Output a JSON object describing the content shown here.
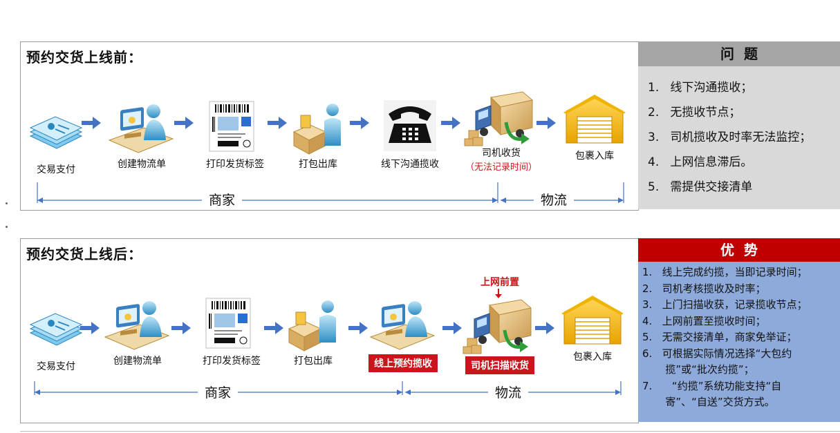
{
  "before": {
    "title": "预约交货上线前：",
    "steps": [
      {
        "label": "交易支付",
        "icon": "documents-icon"
      },
      {
        "label": "创建物流单",
        "icon": "computer-user-icon"
      },
      {
        "label": "打印发货标签",
        "icon": "shipping-label-icon"
      },
      {
        "label": "打包出库",
        "icon": "packing-worker-icon"
      },
      {
        "label": "线下沟通揽收",
        "icon": "telephone-icon"
      },
      {
        "label": "司机收货",
        "sub": "（无法记录时间）",
        "icon": "delivery-truck-icon"
      },
      {
        "label": "包裹入库",
        "icon": "warehouse-icon"
      }
    ],
    "merchant_label": "商家",
    "logistics_label": "物流"
  },
  "problems": {
    "title": "问  题",
    "items": [
      "1.   线下沟通揽收；",
      "2.   无揽收节点；",
      "3.   司机揽收及时率无法监控；",
      "4.   上网信息滞后。",
      "5.   需提供交接清单"
    ]
  },
  "after": {
    "title": "预约交货上线后：",
    "steps": [
      {
        "label": "交易支付",
        "icon": "documents-icon"
      },
      {
        "label": "创建物流单",
        "icon": "computer-user-icon"
      },
      {
        "label": "打印发货标签",
        "icon": "shipping-label-icon"
      },
      {
        "label": "打包出库",
        "icon": "packing-worker-icon"
      },
      {
        "tag": "线上预约揽收",
        "icon": "computer-user-icon"
      },
      {
        "tag": "司机扫描收货",
        "top": "上网前置",
        "icon": "delivery-truck-icon"
      },
      {
        "label": "包裹入库",
        "icon": "warehouse-icon"
      }
    ],
    "merchant_label": "商家",
    "logistics_label": "物流"
  },
  "advantages": {
    "title": "优  势",
    "items": [
      "1.   线上完成约揽，当即记录时间；",
      "2.   司机考核揽收及时率；",
      "3.   上门扫描收获，记录揽收节点；",
      "4.   上网前置至揽收时间；",
      "5.   无需交接清单，商家免举证；",
      "6.   可根据实际情况选择“大包约",
      "       揽”或“批次约揽”；",
      "7.      “约揽”系统功能支持“自",
      "       寄”、“自送”交货方式。"
    ]
  },
  "colors": {
    "arrow": "#4472c4",
    "problems_head": "#a6a6a6",
    "problems_body": "#d9d9d9",
    "advantages_head": "#c00000",
    "advantages_body": "#8eaadb",
    "red_tag": "#c9151b"
  }
}
